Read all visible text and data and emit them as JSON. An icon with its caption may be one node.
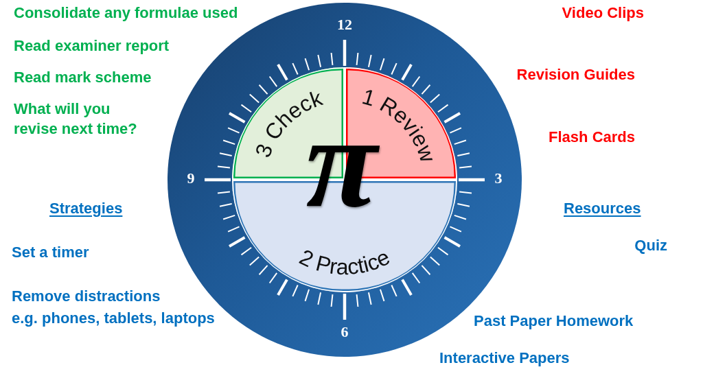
{
  "diagram": {
    "nodes": [
      {
        "text": [
          "12",
          "9",
          "3",
          "6"
        ]
      },
      {
        "text": [
          "3 Check"
        ],
        "in": 0
      },
      {
        "text": [
          "1 Review"
        ],
        "in": 0
      },
      {
        "text": [
          "2 Practice"
        ],
        "in": 0
      }
    ],
    "labels": [
      "Consolidate any formulae used",
      "Video Clips",
      "Read examiner report",
      "Read mark scheme",
      "Revision Guides",
      "What will you revise next time?",
      "Flash Cards",
      "π",
      "Strategies",
      "Resources",
      "Set a timer",
      "Quiz",
      "Remove distractions",
      "e.g. phones, tablets, laptops",
      "Past Paper Homework",
      "Interactive Papers"
    ]
  }
}
